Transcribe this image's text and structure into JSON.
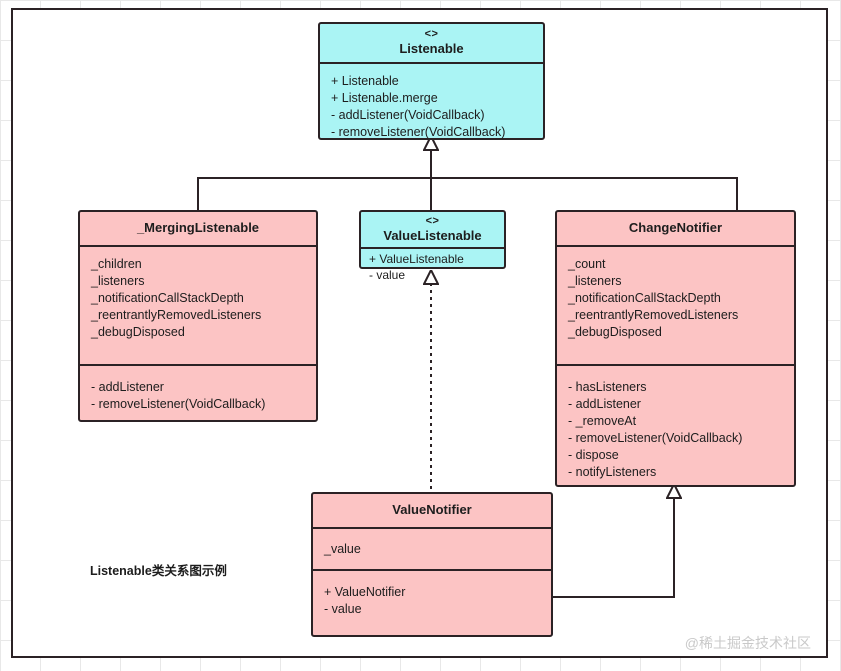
{
  "diagram": {
    "caption": "Listenable类关系图示例",
    "watermark": "@稀土掘金技术社区",
    "colors": {
      "interface_fill": "#aaf4f4",
      "class_fill": "#fcc4c4",
      "stroke": "#2b2225",
      "canvas": "#ffffff"
    }
  },
  "classes": {
    "listenable": {
      "stereotype": "<>",
      "name": "Listenable",
      "members": [
        "+ Listenable",
        "+ Listenable.merge",
        "- addListener(VoidCallback)",
        "- removeListener(VoidCallback)"
      ]
    },
    "merging_listenable": {
      "name": "_MergingListenable",
      "attributes": [
        "_children",
        "_listeners",
        "_notificationCallStackDepth",
        "_reentrantlyRemovedListeners",
        "_debugDisposed"
      ],
      "methods": [
        "- addListener",
        "- removeListener(VoidCallback)"
      ]
    },
    "value_listenable": {
      "stereotype": "<>",
      "name": "ValueListenable",
      "members": [
        "+ ValueListenable",
        "-  value"
      ]
    },
    "change_notifier": {
      "name": "ChangeNotifier",
      "attributes": [
        "_count",
        "_listeners",
        "_notificationCallStackDepth",
        "_reentrantlyRemovedListeners",
        "_debugDisposed"
      ],
      "methods": [
        "- hasListeners",
        "- addListener",
        "- _removeAt",
        "- removeListener(VoidCallback)",
        "- dispose",
        "- notifyListeners"
      ]
    },
    "value_notifier": {
      "name": "ValueNotifier",
      "attributes": [
        "_value"
      ],
      "methods": [
        "+ ValueNotifier",
        "- value"
      ]
    }
  },
  "relations": [
    {
      "from": "_MergingListenable",
      "to": "Listenable",
      "type": "generalization"
    },
    {
      "from": "ValueListenable",
      "to": "Listenable",
      "type": "generalization"
    },
    {
      "from": "ChangeNotifier",
      "to": "Listenable",
      "type": "generalization"
    },
    {
      "from": "ValueNotifier",
      "to": "ValueListenable",
      "type": "realization"
    },
    {
      "from": "ValueNotifier",
      "to": "ChangeNotifier",
      "type": "generalization"
    }
  ]
}
